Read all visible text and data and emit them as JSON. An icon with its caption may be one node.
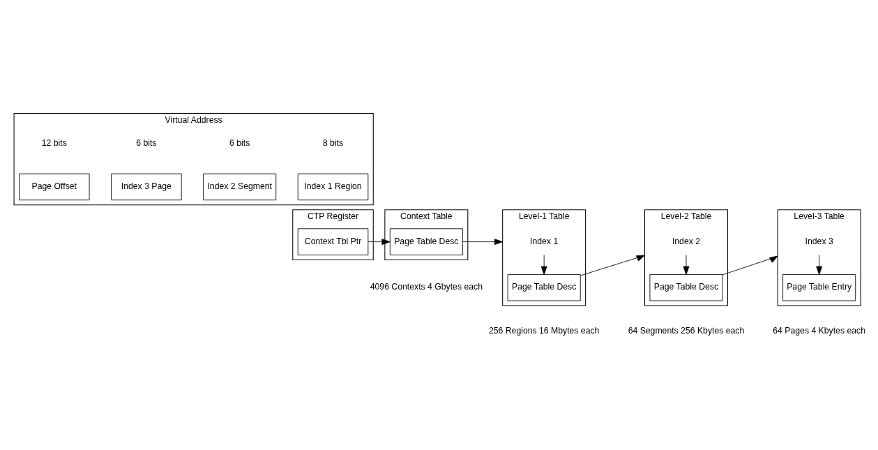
{
  "diagram": {
    "nodes": [
      {
        "text": [
          "Virtual Address"
        ]
      },
      {
        "text": [
          "Index 1 Region"
        ],
        "in": 0,
        "beside": [
          "8 bits"
        ]
      },
      {
        "text": [
          "Index 2 Segment"
        ],
        "in": 0,
        "beside": [
          "6 bits"
        ]
      },
      {
        "text": [
          "Index 3 Page"
        ],
        "in": 0,
        "beside": [
          "6 bits"
        ]
      },
      {
        "text": [
          "Page Offset"
        ],
        "in": 0,
        "beside": [
          "12 bits"
        ]
      },
      {
        "text": [
          "CTP Register"
        ]
      },
      {
        "text": [
          "Context Tbl Ptr"
        ],
        "in": 5
      },
      {
        "text": [
          "Context Table"
        ],
        "beside": [
          "4096 Contexts 4 Gbytes each"
        ]
      },
      {
        "text": [
          "Page Table Desc"
        ],
        "in": 7
      },
      {
        "text": [
          "Level-1 Table"
        ],
        "beside": [
          "256 Regions 16 Mbytes each"
        ]
      },
      {
        "text": [
          "Index 1"
        ],
        "in": 9
      },
      {
        "text": [
          "Page Table Desc"
        ],
        "in": 9
      },
      {
        "text": [
          "Level-2 Table"
        ],
        "beside": [
          "64 Segments 256 Kbytes each"
        ]
      },
      {
        "text": [
          "Index 2"
        ],
        "in": 12
      },
      {
        "text": [
          "Page Table Desc"
        ],
        "in": 12
      },
      {
        "text": [
          "Level-3 Table"
        ],
        "beside": [
          "64 Pages 4 Kbytes each"
        ]
      },
      {
        "text": [
          "Index 3"
        ],
        "in": 15
      },
      {
        "text": [
          "Page Table Entry"
        ],
        "in": 15
      }
    ],
    "edges": [
      {
        "from": 6,
        "to": 8,
        "arrow": "to"
      },
      {
        "from": 8,
        "to": 9,
        "arrow": "to"
      },
      {
        "from": 10,
        "to": 11,
        "arrow": "to"
      },
      {
        "from": 11,
        "to": 12,
        "arrow": "to"
      },
      {
        "from": 13,
        "to": 14,
        "arrow": "to"
      },
      {
        "from": 14,
        "to": 15,
        "arrow": "to"
      },
      {
        "from": 16,
        "to": 17,
        "arrow": "to"
      }
    ]
  }
}
